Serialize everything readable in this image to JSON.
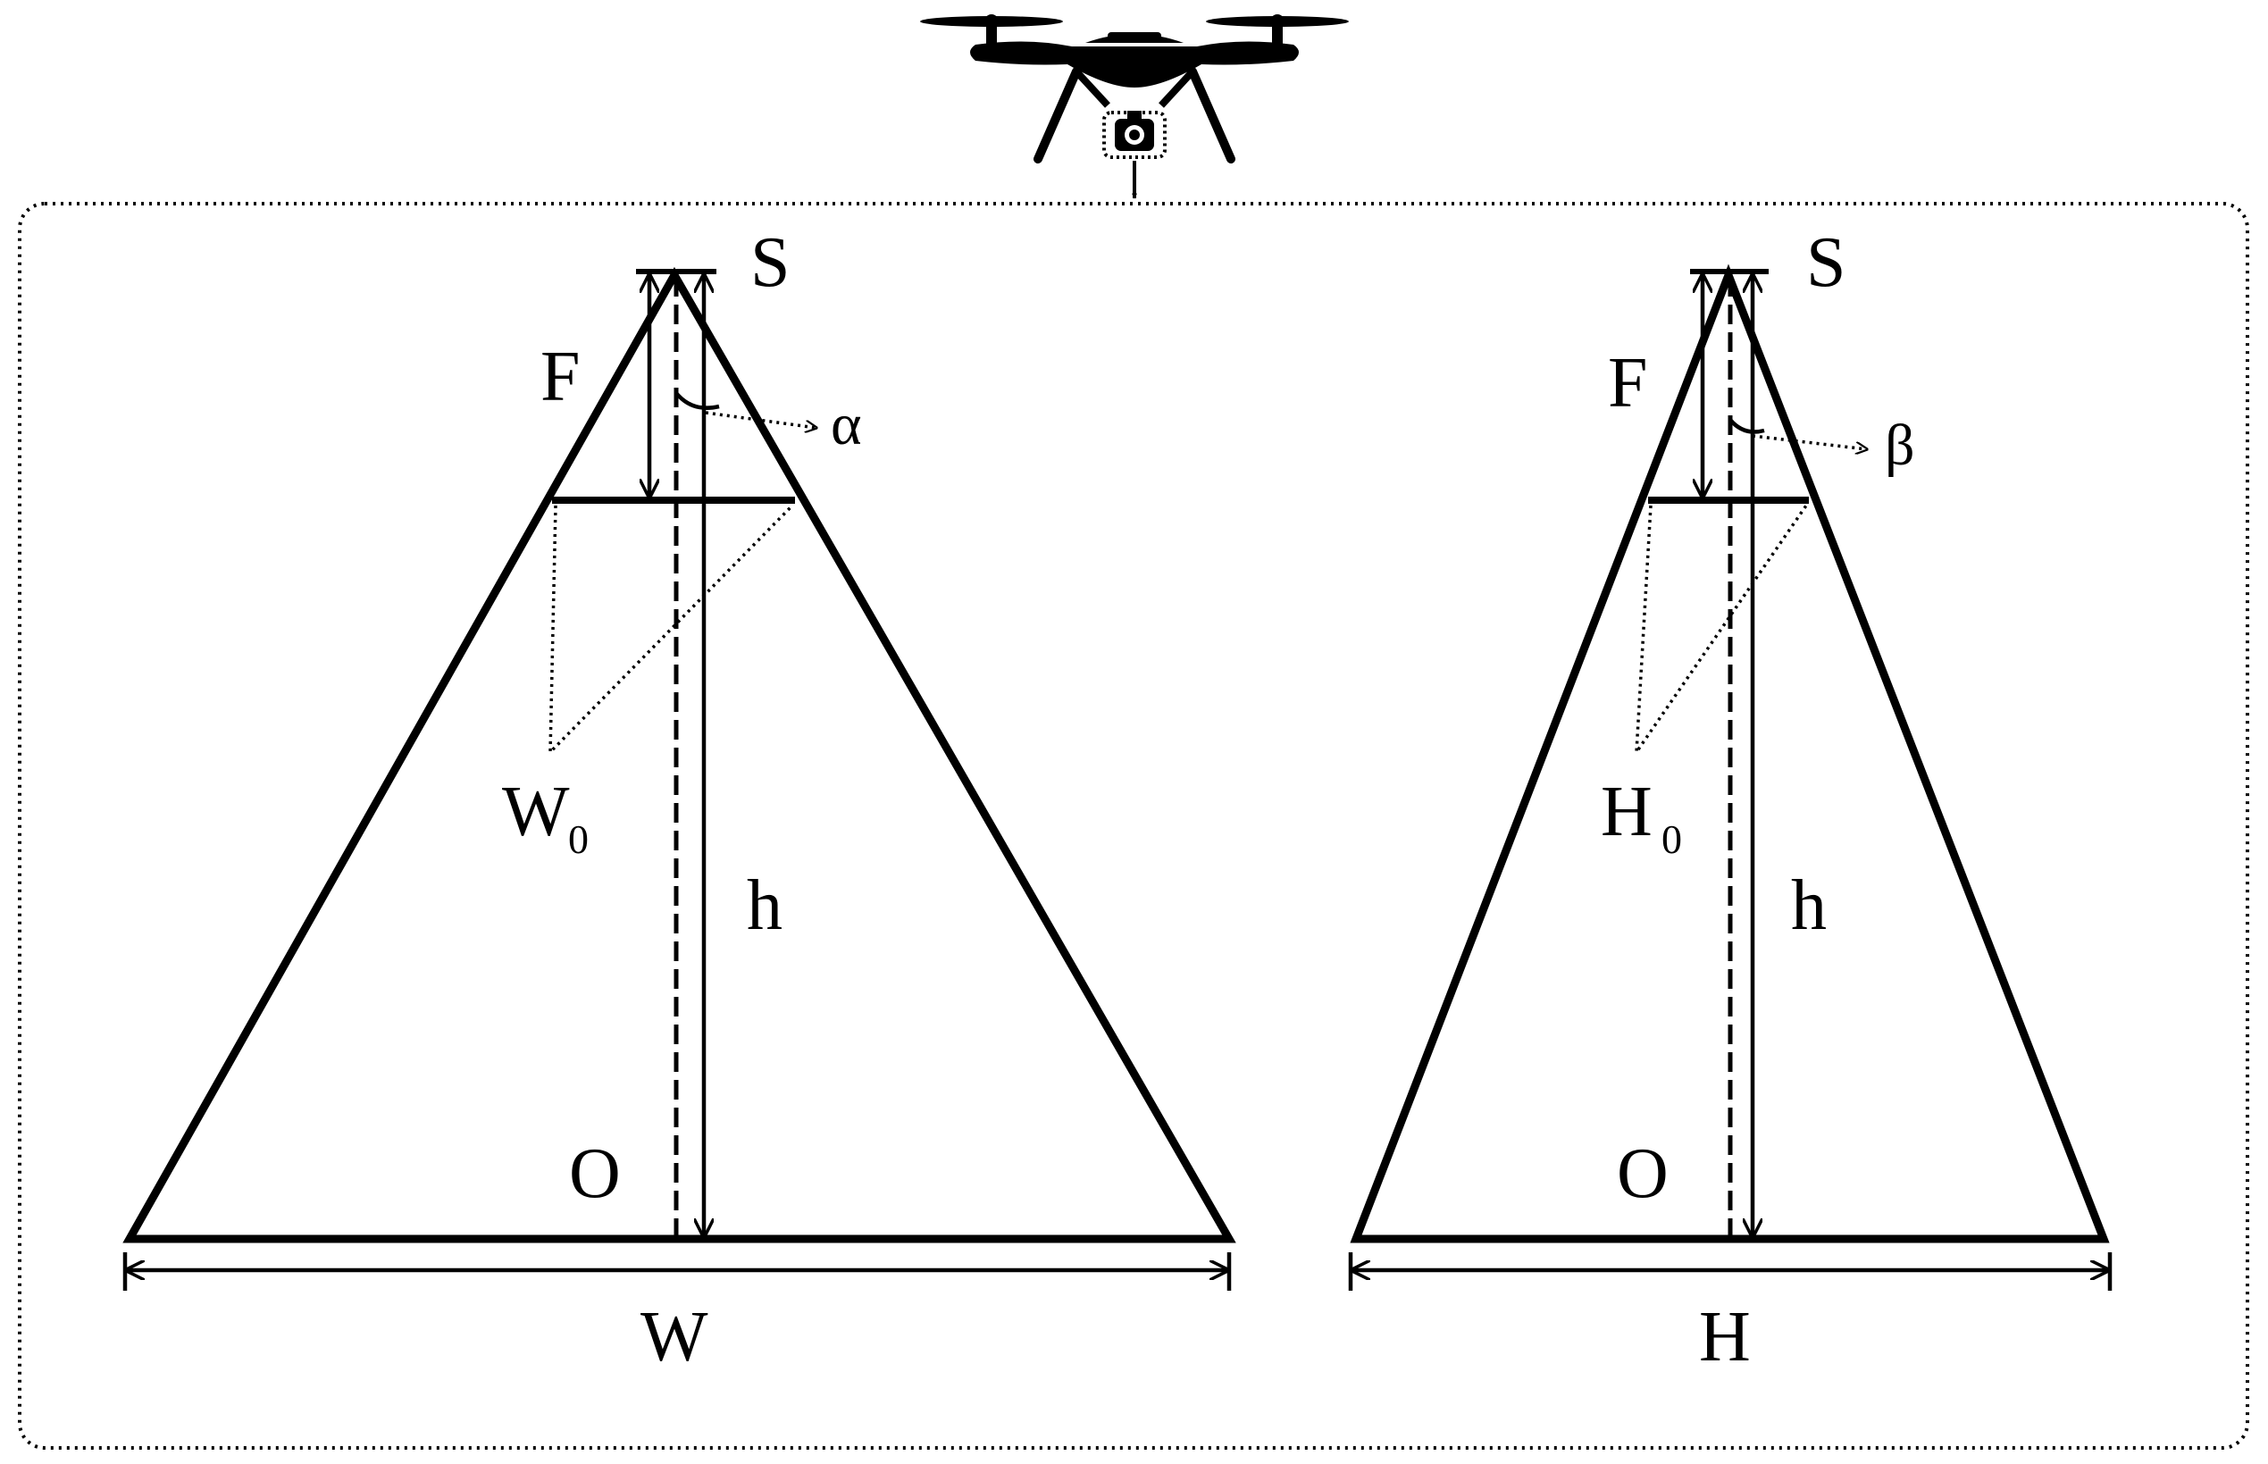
{
  "left_panel": {
    "sensor_label": "S",
    "focal_label": "F",
    "angle_label": "α",
    "sensor_dim_label": "W",
    "sensor_dim_sub": "0",
    "height_label": "h",
    "center_label": "O",
    "ground_dim_label": "W"
  },
  "right_panel": {
    "sensor_label": "S",
    "focal_label": "F",
    "angle_label": "β",
    "sensor_dim_label": "H",
    "sensor_dim_sub": "0",
    "height_label": "h",
    "center_label": "O",
    "ground_dim_label": "H"
  },
  "icons": {
    "drone": "drone-with-camera-icon"
  }
}
